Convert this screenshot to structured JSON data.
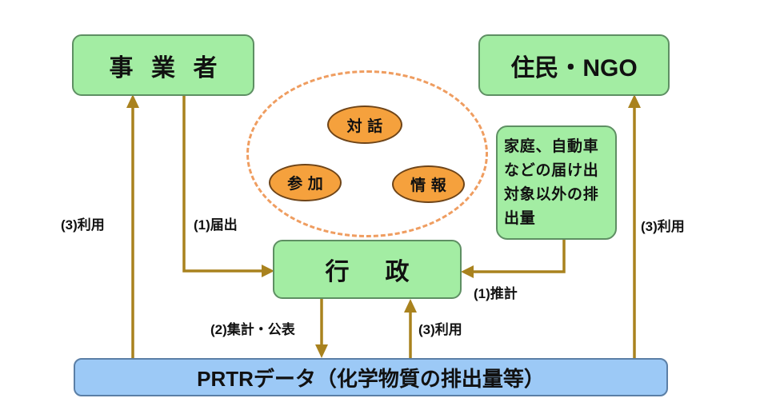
{
  "nodes": {
    "business": {
      "label": "事業者"
    },
    "residents": {
      "label": "住民・NGO"
    },
    "government": {
      "label": "行政"
    },
    "household": {
      "lines": [
        "家庭、自動車",
        "などの届け出",
        "対象以外の排",
        "出量"
      ]
    },
    "prtr": {
      "label": "PRTRデータ（化学物質の排出量等）"
    }
  },
  "concepts": {
    "dialogue": {
      "label": "対話"
    },
    "participation": {
      "label": "参加"
    },
    "information": {
      "label": "情報"
    }
  },
  "flows": {
    "use_left": {
      "label": "(3)利用"
    },
    "notify": {
      "label": "(1)届出"
    },
    "estimate": {
      "label": "(1)推計"
    },
    "aggregate_publish": {
      "label": "(2)集計・公表"
    },
    "use_middle": {
      "label": "(3)利用"
    },
    "use_right": {
      "label": "(3)利用"
    }
  },
  "colors": {
    "node_green_fill": "#a3eda3",
    "node_green_border": "#5e8f63",
    "node_blue_fill": "#9cc9f6",
    "node_blue_border": "#5b7fa6",
    "concept_orange_fill": "#f5a13d",
    "concept_orange_border": "#6e4418",
    "cycle_dashed": "#ef9d60",
    "arrow": "#a9821e",
    "text": "#111111"
  }
}
